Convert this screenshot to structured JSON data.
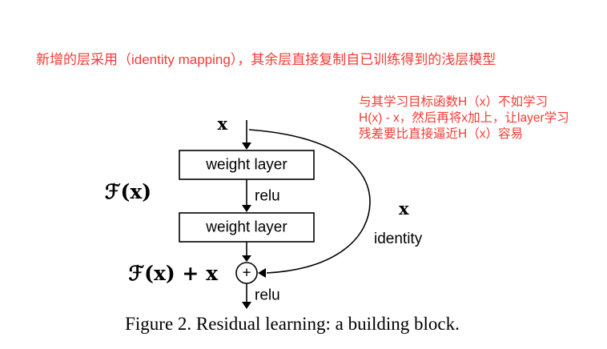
{
  "notes": {
    "color": "#f43b35",
    "top": "新增的层采用（identity mapping），其余层直接复制自已训练得到的浅层模型",
    "side_lines": [
      "与其学习目标函数H（x）不如学习",
      "H(x) - x，然后再将x加上，让layer学习",
      "残差要比直接逼近H（x）容易"
    ]
  },
  "diagram": {
    "input_label": "x",
    "weight_layer_1": "weight layer",
    "relu_mid": "relu",
    "weight_layer_2": "weight layer",
    "residual_label": "ℱ(x)",
    "sum_label": "ℱ(x) + x",
    "plus_sign": "+",
    "skip_input_label": "x",
    "skip_name": "identity",
    "relu_out": "relu"
  },
  "caption": "Figure 2. Residual learning: a building block."
}
